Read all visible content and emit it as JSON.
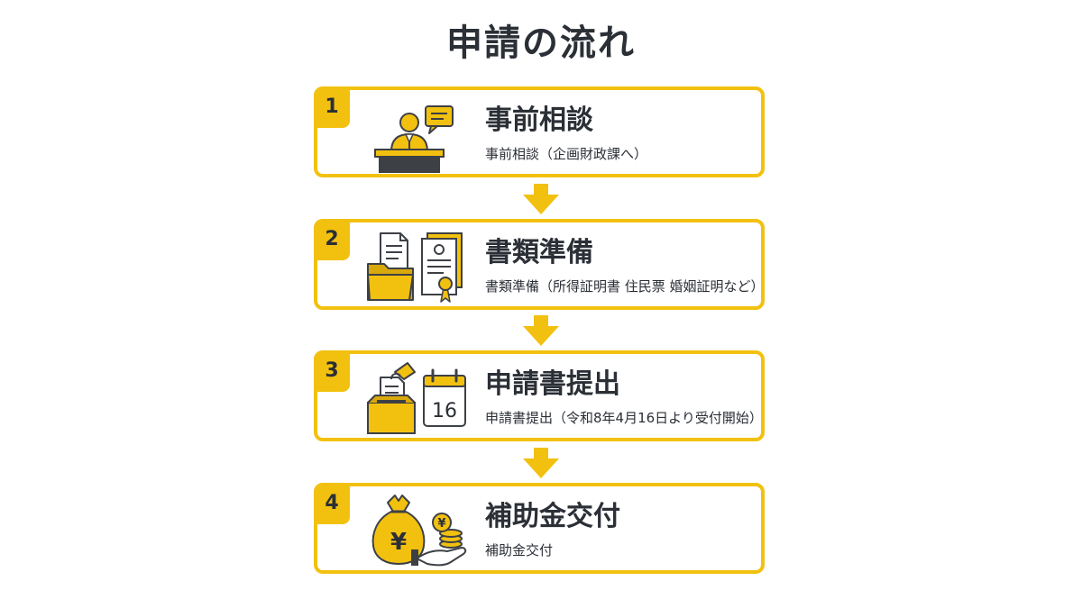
{
  "title": "申請の流れ",
  "colors": {
    "accent": "#f2c10f",
    "text": "#2b2f36",
    "icon_dark": "#3d4045"
  },
  "steps": [
    {
      "number": "1",
      "heading": "事前相談",
      "description": "事前相談（企画財政課へ）",
      "icon": "consultation-icon"
    },
    {
      "number": "2",
      "heading": "書類準備",
      "description": "書類準備（所得証明書 住民票 婚姻証明など）",
      "icon": "documents-icon"
    },
    {
      "number": "3",
      "heading": "申請書提出",
      "description": "申請書提出（令和8年4月16日より受付開始）",
      "icon": "submission-icon"
    },
    {
      "number": "4",
      "heading": "補助金交付",
      "description": "補助金交付",
      "icon": "subsidy-icon"
    }
  ],
  "calendar_day": "16",
  "currency_symbol": "¥"
}
